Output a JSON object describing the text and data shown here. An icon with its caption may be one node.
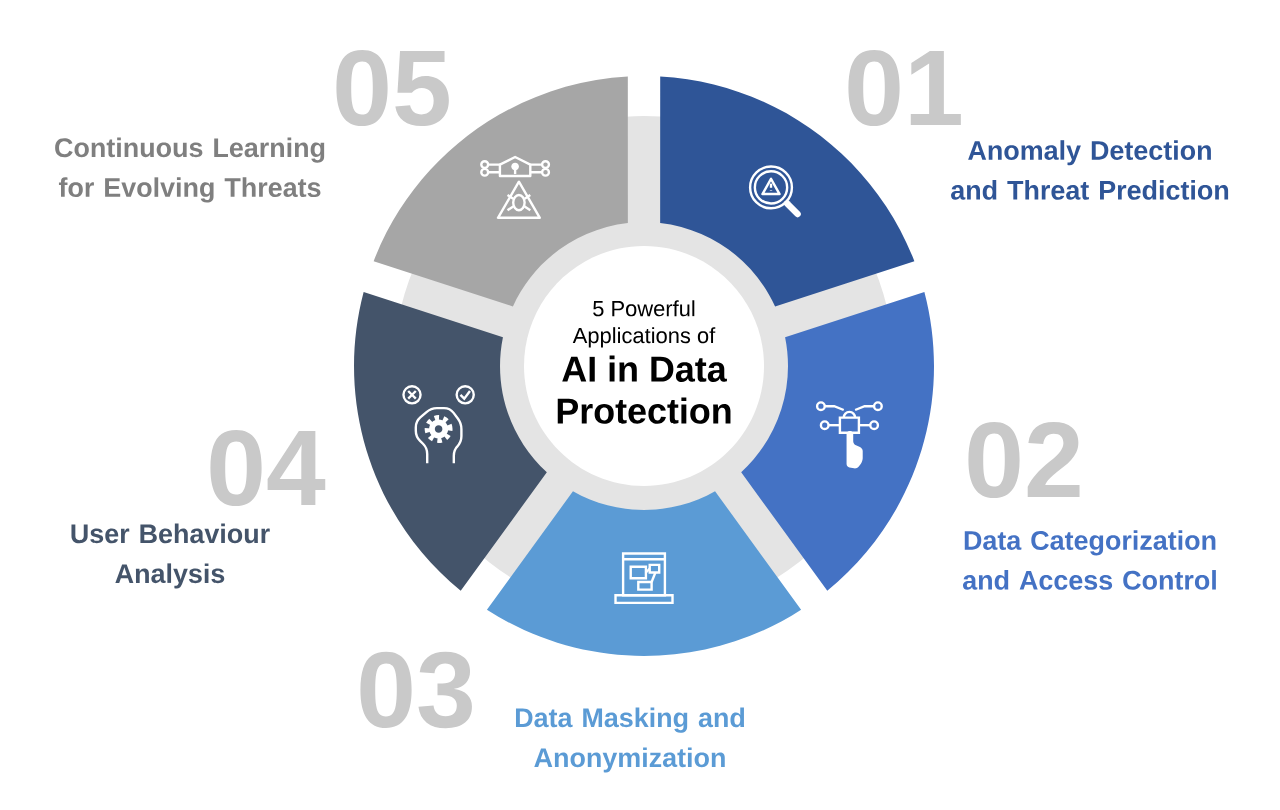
{
  "diagram": {
    "nodes": [
      {
        "text": [
          "5 Powerful Applications of",
          "AI in Data Protection"
        ]
      },
      {
        "text": [],
        "shape": "segment",
        "beside": [
          "01",
          "Anomaly Detection and Threat Prediction"
        ]
      },
      {
        "text": [],
        "shape": "segment",
        "beside": [
          "02",
          "Data Categorization and Access Control"
        ]
      },
      {
        "text": [],
        "shape": "segment",
        "beside": [
          "03",
          "Data Masking and Anonymization"
        ]
      },
      {
        "text": [],
        "shape": "segment",
        "beside": [
          "04",
          "User Behaviour Analysis"
        ]
      },
      {
        "text": [],
        "shape": "segment",
        "beside": [
          "05",
          "Continuous Learning for Evolving Threats"
        ]
      }
    ]
  }
}
